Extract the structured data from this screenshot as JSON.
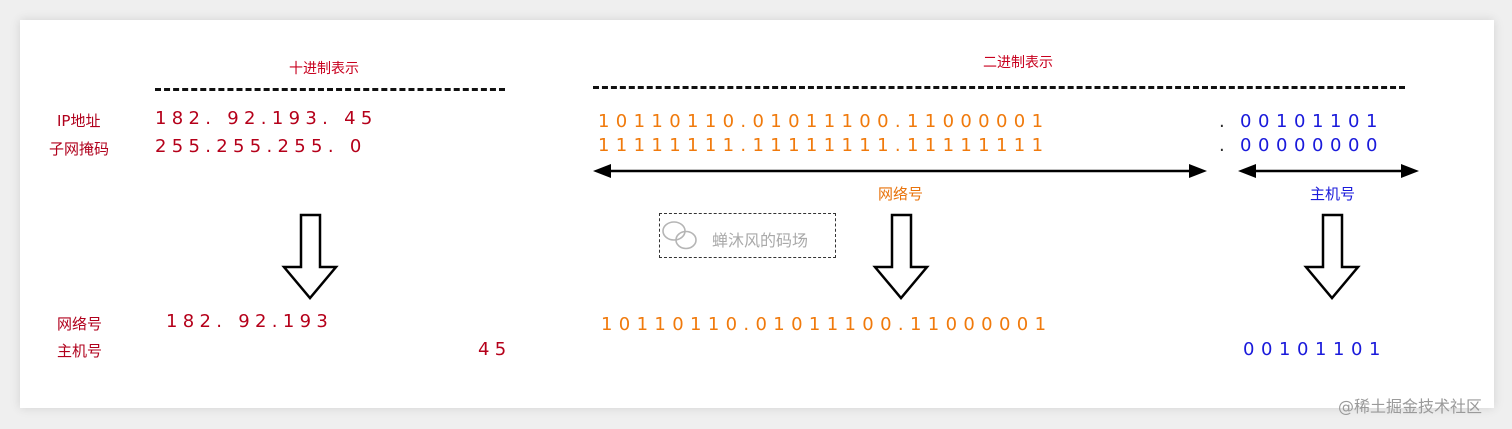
{
  "decimal": {
    "title": "十进制表示",
    "ip_label": "IP地址",
    "mask_label": "子网掩码",
    "ip_value": "182. 92.193. 45",
    "mask_value": "255.255.255. 0",
    "net_label": "网络号",
    "host_label": "主机号",
    "net_value": "182. 92.193",
    "host_value": "45"
  },
  "binary": {
    "title": "二进制表示",
    "ip_net": "10110110.01011100.11000001",
    "ip_dot": ".",
    "ip_host": "00101101",
    "mask_net": "11111111.11111111.11111111",
    "mask_dot": ".",
    "mask_host": "00000000",
    "net_label": "网络号",
    "host_label": "主机号",
    "net_result": "10110110.01011100.11000001",
    "host_result": "00101101"
  },
  "watermark": {
    "text": "蝉沐风的码场"
  },
  "footer": {
    "juejin": "@稀土掘金技术社区"
  },
  "colors": {
    "decimal_red": "#b5001a",
    "binary_network_orange": "#f07a0c",
    "binary_host_blue": "#1a1adb"
  }
}
